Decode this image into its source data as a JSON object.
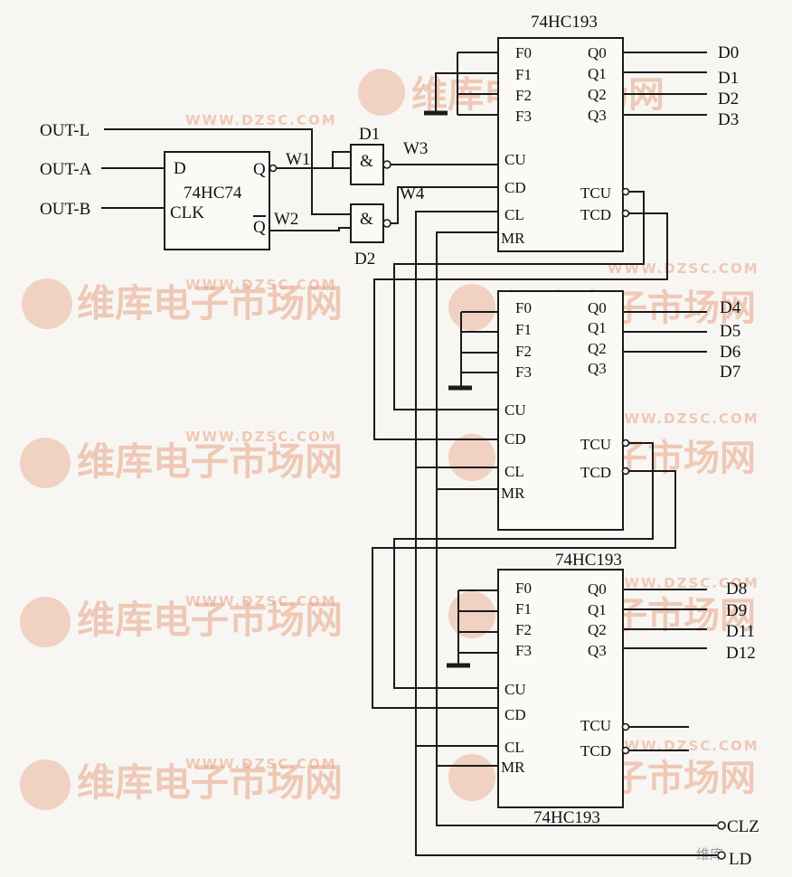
{
  "inputs": {
    "out_l": "OUT-L",
    "out_a": "OUT-A",
    "out_b": "OUT-B"
  },
  "flipflop": {
    "name": "74HC74",
    "d": "D",
    "clk": "CLK",
    "q": "Q",
    "qbar": "Q"
  },
  "gates": {
    "d1": "D1",
    "d2": "D2",
    "symbol": "&"
  },
  "wires": {
    "w1": "W1",
    "w2": "W2",
    "w3": "W3",
    "w4": "W4"
  },
  "counter_top_name": "74HC193",
  "counter_bottom_name": "74HC193",
  "pins": {
    "f0": "F0",
    "f1": "F1",
    "f2": "F2",
    "f3": "F3",
    "cu": "CU",
    "cd": "CD",
    "cl": "CL",
    "mr": "MR",
    "q0": "Q0",
    "q1": "Q1",
    "q2": "Q2",
    "q3": "Q3",
    "tcu": "TCU",
    "tcd": "TCD"
  },
  "outputs_c1": [
    "D0",
    "D1",
    "D2",
    "D3"
  ],
  "outputs_c2": [
    "D4",
    "D5",
    "D6",
    "D7"
  ],
  "outputs_c3": [
    "D8",
    "D9",
    "D11",
    "D12"
  ],
  "terminals": {
    "clz": "CLZ",
    "ld": "LD"
  },
  "watermark": {
    "brand": "维库电子市场网",
    "url": "WWW.DZSC.COM",
    "corner": "维库"
  },
  "colors": {
    "ink": "#1a1a1a",
    "paper": "#f7f6f3",
    "watermark": "#e9a486"
  }
}
